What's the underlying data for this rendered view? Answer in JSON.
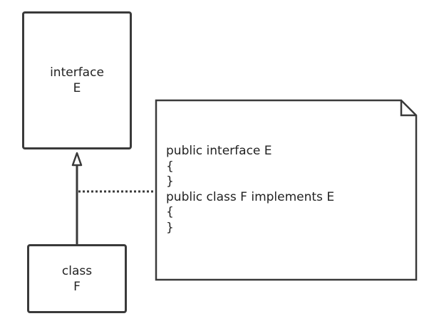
{
  "interface_box": {
    "line1": "interface",
    "line2": "E"
  },
  "class_box": {
    "line1": "class",
    "line2": "F"
  },
  "note": {
    "lines": [
      "public interface E",
      "{",
      "}",
      "public class F implements E",
      "{",
      "}"
    ]
  },
  "colors": {
    "stroke": "#3a3a3a",
    "text": "#222222",
    "background": "#ffffff"
  }
}
